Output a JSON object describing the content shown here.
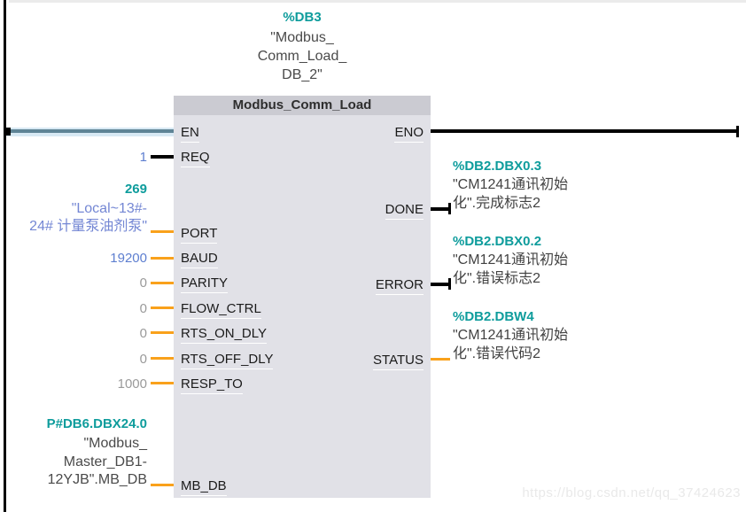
{
  "colors": {
    "teal_address": "#0E9C9C",
    "blue_value": "#5E7FD0",
    "operand_blue": "#7487D4",
    "gray_default_value": "#9A9A9A",
    "dark_operand": "#4a4a4a",
    "orange_wire": "#F9A11B",
    "black_wire": "#000000",
    "block_body": "#e1e1e7",
    "block_titlebar": "#cbcbd2",
    "en_rail_highlight": "#5f8496"
  },
  "instance_db": {
    "address": "%DB3",
    "name_lines": [
      "\"Modbus_",
      "Comm_Load_",
      "DB_2\""
    ]
  },
  "block": {
    "title": "Modbus_Comm_Load",
    "inputs": [
      {
        "label": "EN"
      },
      {
        "label": "REQ",
        "value": "1"
      },
      {
        "label": "PORT",
        "address": "269",
        "operand_lines": [
          "\"Local~13#-",
          "24# 计量泵油剂泵\""
        ]
      },
      {
        "label": "BAUD",
        "value": "19200"
      },
      {
        "label": "PARITY",
        "value": "0"
      },
      {
        "label": "FLOW_CTRL",
        "value": "0"
      },
      {
        "label": "RTS_ON_DLY",
        "value": "0"
      },
      {
        "label": "RTS_OFF_DLY",
        "value": "0"
      },
      {
        "label": "RESP_TO",
        "value": "1000"
      },
      {
        "label": "MB_DB",
        "address": "P#DB6.DBX24.0",
        "operand_lines": [
          "\"Modbus_",
          "Master_DB1-",
          "12YJB\".MB_DB"
        ]
      }
    ],
    "outputs": [
      {
        "label": "ENO"
      },
      {
        "label": "DONE",
        "address": "%DB2.DBX0.3",
        "operand_lines": [
          "\"CM1241通讯初始",
          "化\".完成标志2"
        ]
      },
      {
        "label": "ERROR",
        "address": "%DB2.DBX0.2",
        "operand_lines": [
          "\"CM1241通讯初始",
          "化\".错误标志2"
        ]
      },
      {
        "label": "STATUS",
        "address": "%DB2.DBW4",
        "operand_lines": [
          "\"CM1241通讯初始",
          "化\".错误代码2"
        ]
      }
    ]
  },
  "watermark": "https://blog.csdn.net/qq_37424623"
}
